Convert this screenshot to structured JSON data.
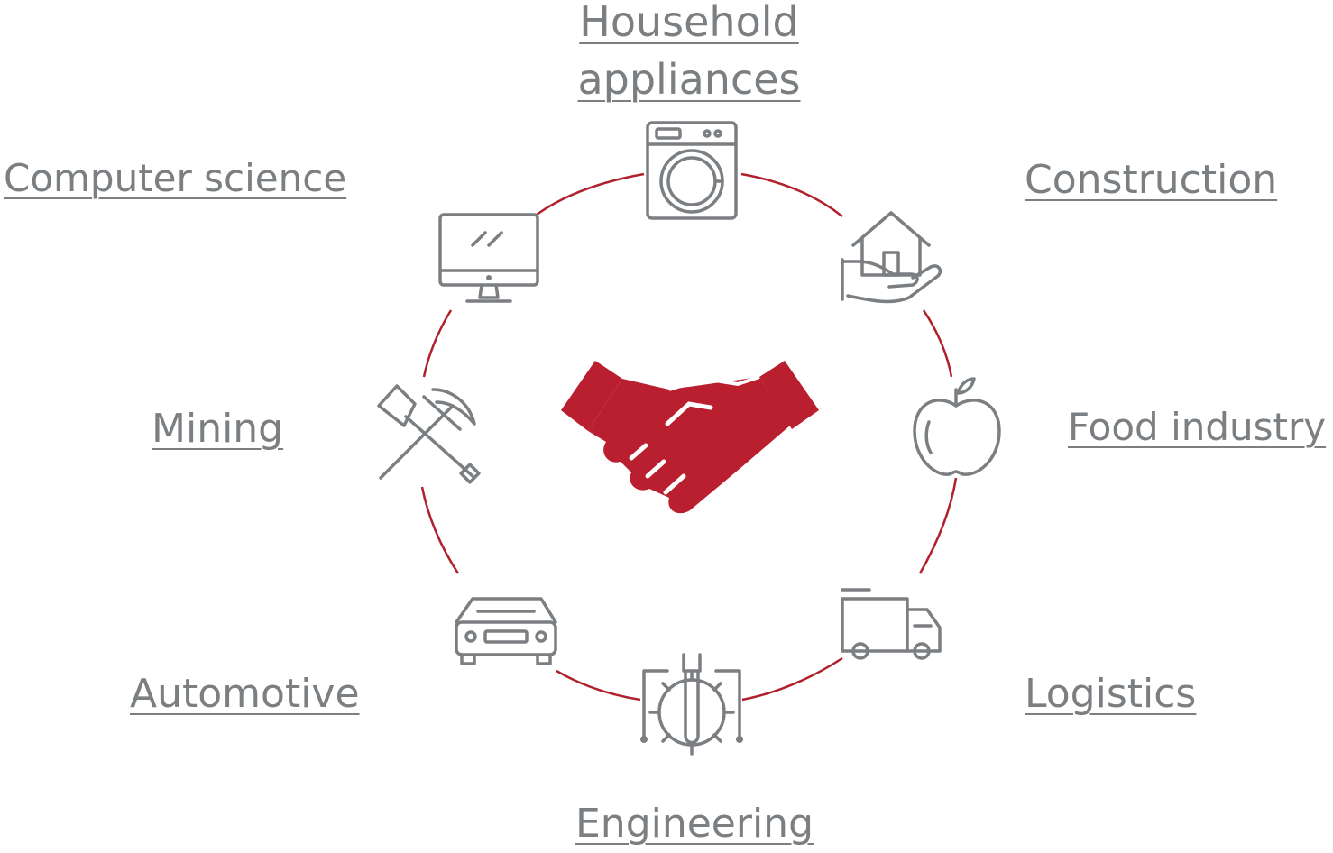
{
  "diagram": {
    "center_icon": "handshake-icon",
    "ring_color": "#b0212e",
    "hands_color": "#b91f2e",
    "label_color": "#7b7f82",
    "sectors": [
      {
        "id": "household",
        "label_lines": [
          "Household",
          "appliances"
        ],
        "icon": "washing-machine-icon"
      },
      {
        "id": "construction",
        "label_lines": [
          "Construction"
        ],
        "icon": "house-in-hand-icon"
      },
      {
        "id": "food",
        "label_lines": [
          "Food industry"
        ],
        "icon": "apple-icon"
      },
      {
        "id": "logistics",
        "label_lines": [
          "Logistics"
        ],
        "icon": "truck-icon"
      },
      {
        "id": "engineering",
        "label_lines": [
          "Engineering"
        ],
        "icon": "wrench-gear-icon"
      },
      {
        "id": "automotive",
        "label_lines": [
          "Automotive"
        ],
        "icon": "car-icon"
      },
      {
        "id": "mining",
        "label_lines": [
          "Mining"
        ],
        "icon": "shovel-pickaxe-icon"
      },
      {
        "id": "computer",
        "label_lines": [
          "Computer science"
        ],
        "icon": "monitor-icon"
      }
    ]
  }
}
